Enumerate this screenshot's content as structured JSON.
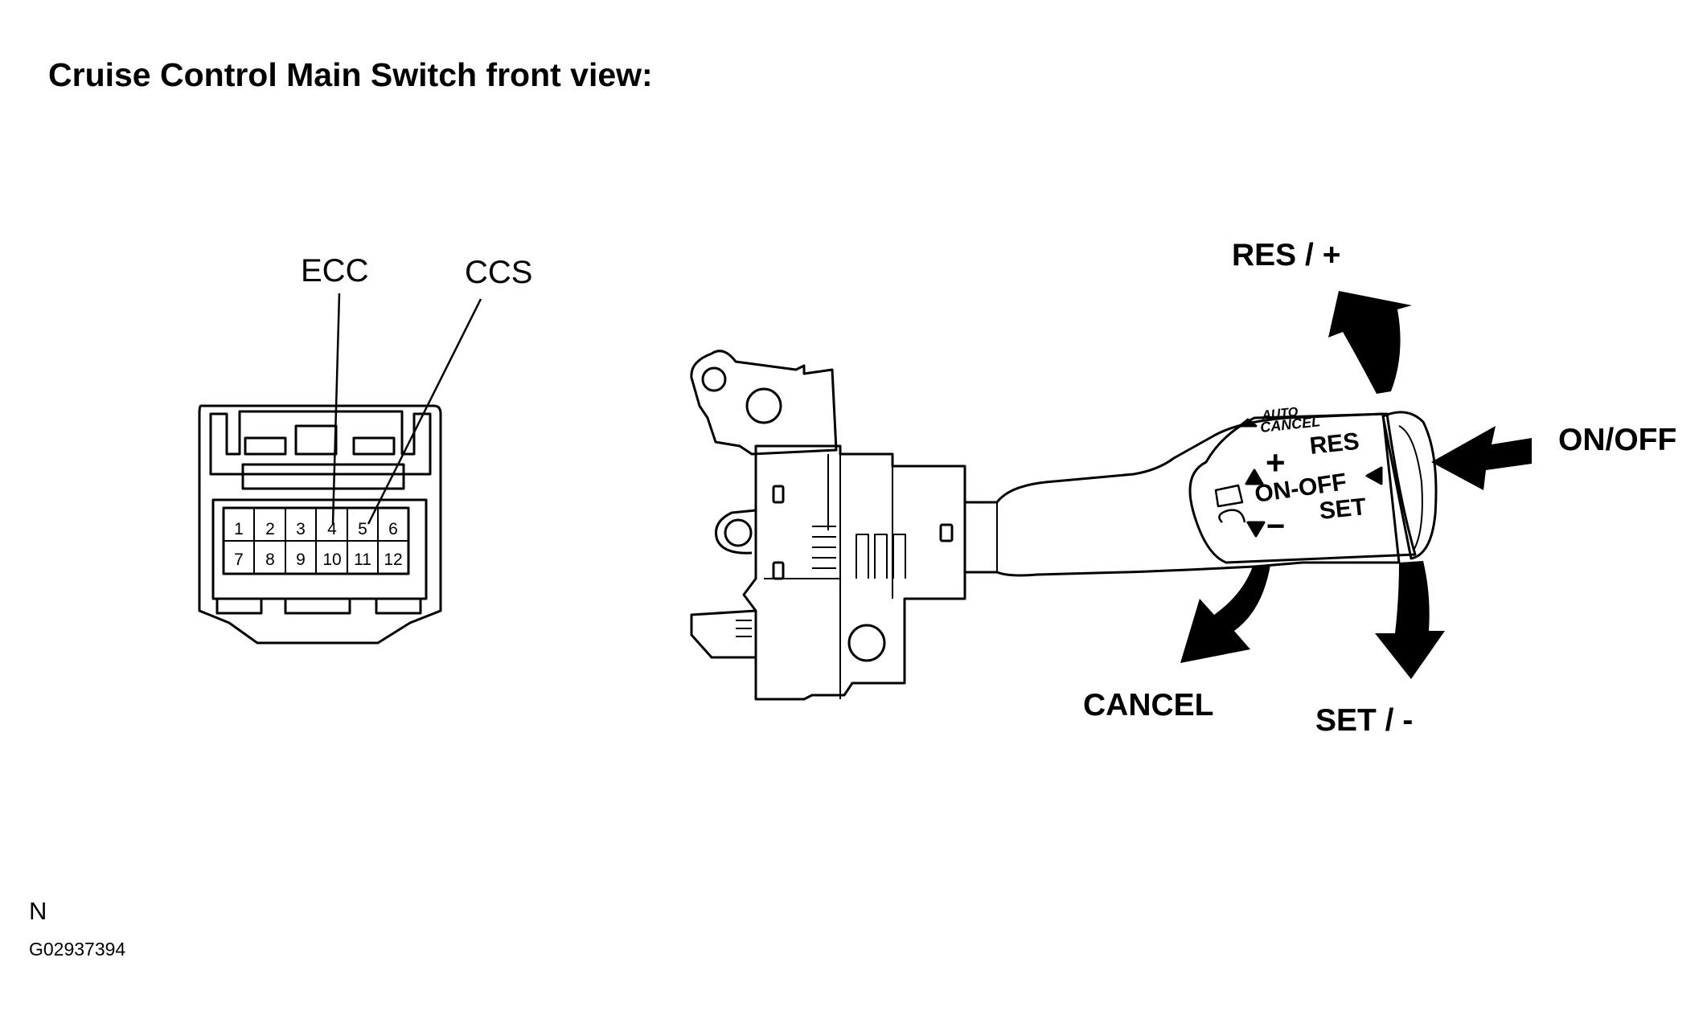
{
  "title": "Cruise Control Main Switch front view:",
  "connector": {
    "labels": {
      "ecc": "ECC",
      "ccs": "CCS"
    },
    "pins_top": [
      "1",
      "2",
      "3",
      "4",
      "5",
      "6"
    ],
    "pins_bottom": [
      "7",
      "8",
      "9",
      "10",
      "11",
      "12"
    ]
  },
  "lever": {
    "face_labels": {
      "auto_cancel": "AUTO",
      "cancel": "CANCEL",
      "plus": "+",
      "res": "RES",
      "on_off": "ON-OFF",
      "minus": "−",
      "set": "SET"
    },
    "direction_labels": {
      "res_plus": "RES / +",
      "on_off": "ON/OFF",
      "cancel": "CANCEL",
      "set_minus": "SET / -"
    }
  },
  "footer": {
    "letter": "N",
    "code": "G02937394"
  }
}
